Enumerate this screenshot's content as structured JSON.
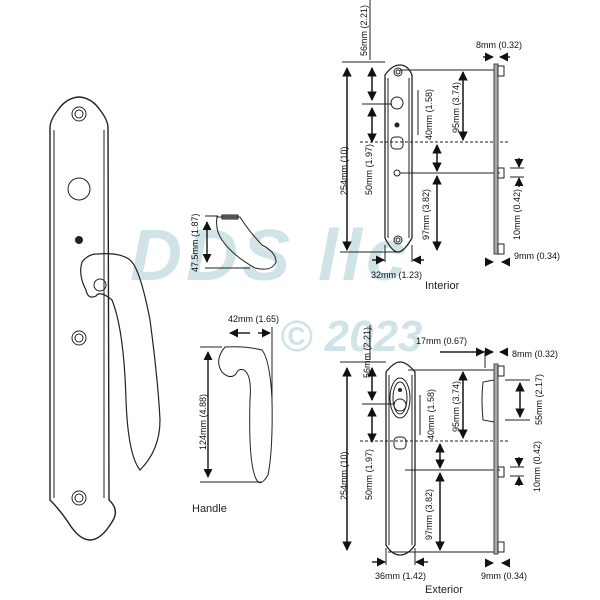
{
  "watermark": {
    "brand": "DDS llc",
    "copyright": "© 2023"
  },
  "captions": {
    "handle": "Handle",
    "interior": "Interior",
    "exterior": "Exterior"
  },
  "handle": {
    "side_height": "47.5mm (1.87)",
    "width": "42mm (1.65)",
    "height": "124mm (4.88)"
  },
  "interior": {
    "top_offset": "56mm (2.21)",
    "total_length": "254mm (10)",
    "upper_spacing": "50mm (1.97)",
    "cylinder_to_spindle": "40mm (1.58)",
    "top_to_spindle": "95mm (3.74)",
    "spindle_to_bottom": "97mm (3.82)",
    "width": "32mm (1.23)",
    "top_depth": "8mm (0.32)",
    "screw_depth": "10mm (0.42)",
    "bottom_depth": "9mm (0.34)"
  },
  "exterior": {
    "top_offset": "56mm (2.21)",
    "total_length": "254mm (10)",
    "upper_spacing": "50mm (1.97)",
    "cylinder_to_spindle": "40mm (1.58)",
    "top_to_spindle": "95mm (3.74)",
    "spindle_to_bottom": "97mm (3.82)",
    "width": "36mm (1.42)",
    "thumb_offset": "17mm (0.67)",
    "top_depth": "8mm (0.32)",
    "thumb_height": "55mm (2.17)",
    "screw_depth": "10mm (0.42)",
    "bottom_depth": "9mm (0.34)"
  }
}
